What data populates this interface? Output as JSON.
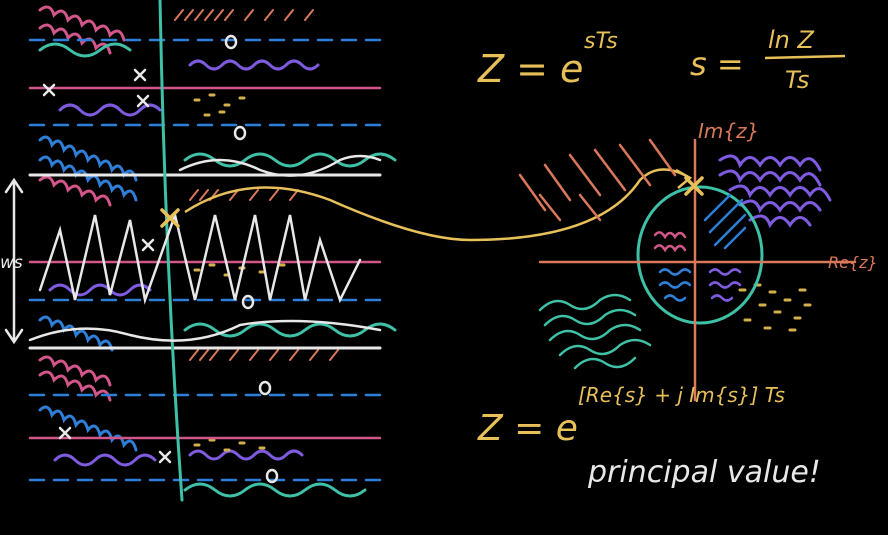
{
  "colors": {
    "background": "#000000",
    "white": "#e8e8e8",
    "yellow": "#e8c05a",
    "teal": "#3fc1a8",
    "blue": "#2f7fd8",
    "purple": "#7f5be0",
    "pink": "#d2568a",
    "orange": "#d9785a",
    "gold_dots": "#d4b04c"
  },
  "equations": {
    "z_eq": "Z = e",
    "z_exp": "sTs",
    "s_eq": "s =",
    "s_num": "ln Z",
    "s_den": "Ts",
    "bottom_z": "Z = e",
    "bottom_exp": "[Re{s} + j Im{s}] Ts",
    "principal": "principal value!"
  },
  "axes": {
    "imag_label": "Im{z}",
    "real_label": "Re{z}",
    "ws_label": "ws"
  }
}
